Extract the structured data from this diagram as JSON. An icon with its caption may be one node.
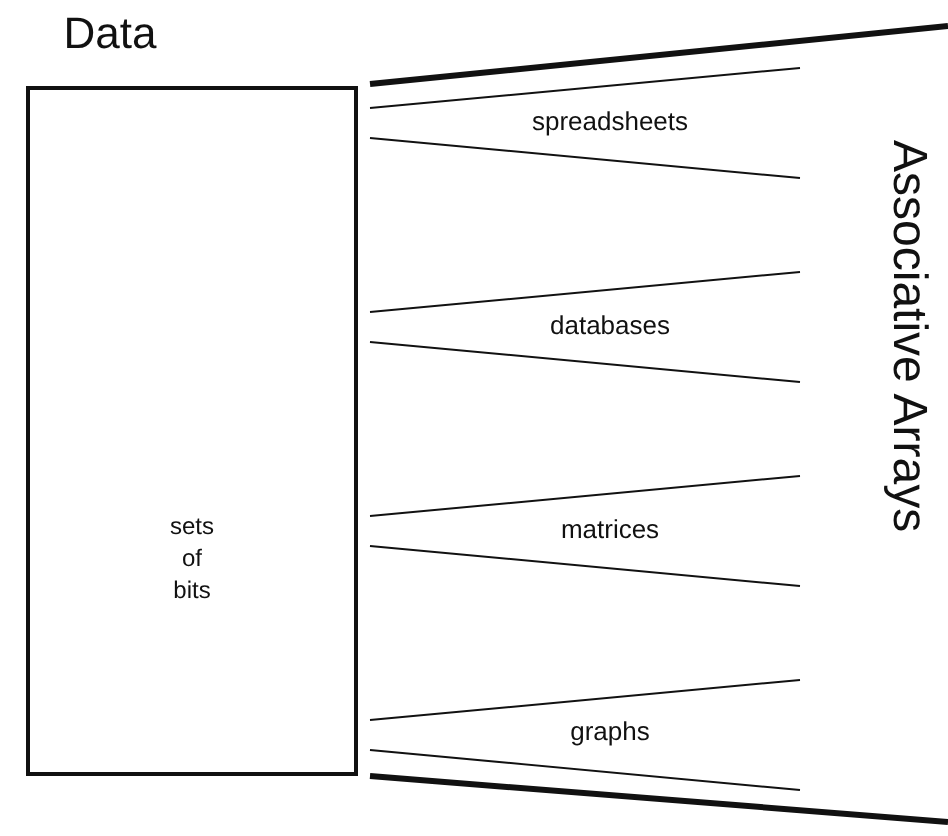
{
  "diagram": {
    "nodes": [
      {
        "text": [
          "Data",
          "sets of bits"
        ]
      },
      {
        "text": [
          "Associative Arrays"
        ]
      }
    ],
    "labels": [
      "spreadsheets",
      "databases",
      "matrices",
      "graphs"
    ]
  }
}
